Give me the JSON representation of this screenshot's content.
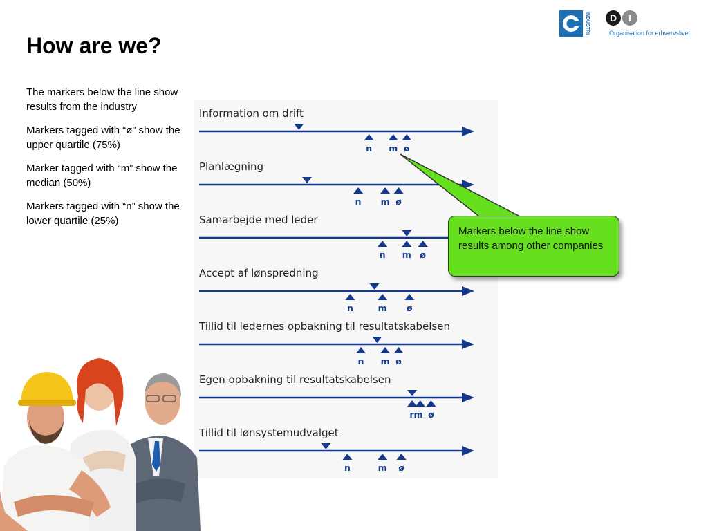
{
  "slide": {
    "title": "How are we?",
    "explanations": [
      "The markers below the line show results from the industry",
      "Markers tagged with “ø” show the upper quartile (75%)",
      "Marker tagged with “m” show the median (50%)",
      "Markers tagged with “n” show the lower quartile (25%)"
    ],
    "callout": "Markers below the line show results among other companies"
  },
  "logos": {
    "industri_text": "INDUSTRI",
    "di_letters": [
      "D",
      "I"
    ],
    "di_tagline": "Organisation for erhvervslivet"
  },
  "colors": {
    "axis": "#15388c",
    "marker": "#15388c",
    "callout_fill": "#66e01e",
    "chart_background": "#f7f7f7",
    "logo_blue": "#1a6fb5"
  },
  "chart_data": {
    "type": "scatter",
    "description": "Strip chart: company score (▼ above line) vs industry lower quartile n, median m, upper quartile ø (▲ below line). Scale unlabeled, values in relative position 0-100 along the arrow.",
    "scale": [
      0,
      100
    ],
    "marker_labels": {
      "n": "n",
      "m": "m",
      "o": "ø"
    },
    "rows": [
      {
        "label": "Information om drift",
        "company": 37,
        "n": 63,
        "m": 72,
        "o": 77,
        "tags": [
          "n",
          "m",
          "ø"
        ]
      },
      {
        "label": "Planlægning",
        "company": 40,
        "n": 59,
        "m": 69,
        "o": 74,
        "tags": [
          "n",
          "m",
          "ø"
        ]
      },
      {
        "label": "Samarbejde med leder",
        "company": 77,
        "n": 68,
        "m": 77,
        "o": 83,
        "tags": [
          "n",
          "m",
          "ø"
        ]
      },
      {
        "label": "Accept af lønspredning",
        "company": 65,
        "n": 56,
        "m": 68,
        "o": 78,
        "tags": [
          "n",
          "m",
          "ø"
        ]
      },
      {
        "label": "Tillid til ledernes opbakning til resultatskabelsen",
        "company": 66,
        "n": 60,
        "m": 69,
        "o": 74,
        "tags": [
          "n",
          "m",
          "ø"
        ]
      },
      {
        "label": "Egen opbakning til resultatskabelsen",
        "company": 79,
        "n": 79,
        "m": 82,
        "o": 86,
        "tags": [
          "rm",
          "ø"
        ]
      },
      {
        "label": "Tillid til lønsystemudvalget",
        "company": 47,
        "n": 55,
        "m": 68,
        "o": 75,
        "tags": [
          "n",
          "m",
          "ø"
        ]
      }
    ]
  }
}
